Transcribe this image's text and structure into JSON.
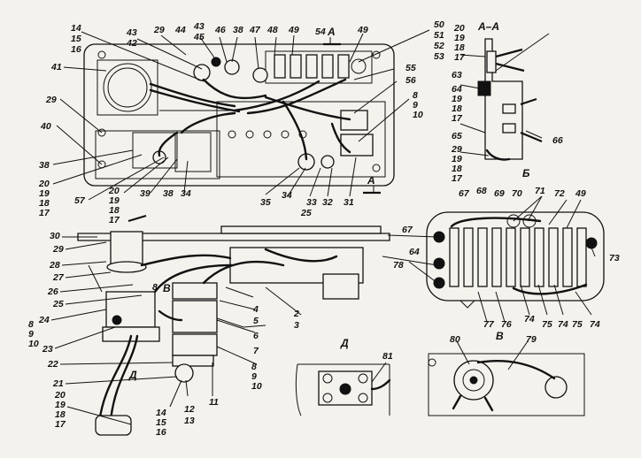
{
  "views": {
    "section_aa": "А–А",
    "view_b_top": "Б",
    "view_b_bottom": "В",
    "view_d": "Д",
    "view_d_arrow": "Д",
    "view_v_arrow": "В",
    "section_marker_a1": "А",
    "section_marker_a2": "А"
  },
  "callouts": {
    "top_panel": [
      "14",
      "15",
      "16",
      "43",
      "42",
      "29",
      "44",
      "43",
      "45",
      "46",
      "38",
      "47",
      "48",
      "49",
      "54",
      "49",
      "50",
      "51",
      "52",
      "53",
      "55",
      "56",
      "8",
      "9",
      "10",
      "41",
      "29",
      "40",
      "38",
      "20",
      "19",
      "18",
      "17",
      "57",
      "20",
      "19",
      "18",
      "17",
      "39",
      "38",
      "34",
      "35",
      "34",
      "33",
      "32",
      "31",
      "25"
    ],
    "section_aa": [
      "20",
      "19",
      "18",
      "17",
      "63",
      "64",
      "19",
      "18",
      "17",
      "65",
      "66",
      "29",
      "19",
      "18",
      "17"
    ],
    "view_b": [
      "67",
      "68",
      "69",
      "70",
      "71",
      "72",
      "49",
      "67",
      "64",
      "73",
      "78",
      "77",
      "76",
      "74",
      "75",
      "74",
      "75",
      "74"
    ],
    "lower_assembly": [
      "30",
      "29",
      "28",
      "27",
      "26",
      "25",
      "24",
      "8",
      "9",
      "10",
      "23",
      "22",
      "21",
      "20",
      "19",
      "18",
      "17",
      "14",
      "15",
      "16",
      "12",
      "13",
      "11",
      "8",
      "9",
      "10",
      "7",
      "6",
      "5",
      "4",
      "2",
      "3",
      "8"
    ],
    "view_d": [
      "81"
    ],
    "view_v": [
      "80",
      "79"
    ]
  }
}
